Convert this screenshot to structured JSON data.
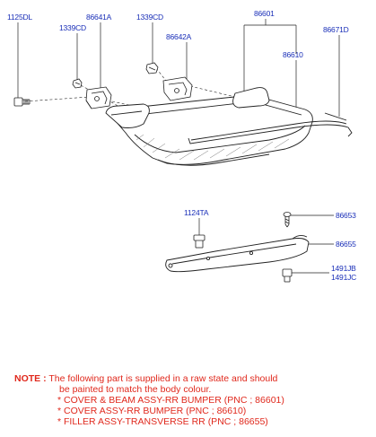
{
  "parts": {
    "p1125DL": "1125DL",
    "p1339CD_left": "1339CD",
    "p86641A": "86641A",
    "p1339CD_right": "1339CD",
    "p86642A": "86642A",
    "p86601": "86601",
    "p86610": "86610",
    "p86671D": "86671D",
    "p1124TA": "1124TA",
    "p86653": "86653",
    "p86655": "86655",
    "p1491JB": "1491JB",
    "p1491JC": "1491JC"
  },
  "note": {
    "label": "NOTE :",
    "line1": "The following part is supplied in a raw state and should",
    "line2": "be painted to match the body colour.",
    "items": [
      {
        "marker": "*",
        "text": "COVER & BEAM ASSY-RR BUMPER",
        "pnc": "(PNC ; 86601)"
      },
      {
        "marker": "*",
        "text": "COVER ASSY-RR BUMPER",
        "pnc": "(PNC ; 86610)"
      },
      {
        "marker": "*",
        "text": "FILLER ASSY-TRANSVERSE RR",
        "pnc": "(PNC ; 86655)"
      }
    ]
  },
  "colors": {
    "label": "#1a2fb8",
    "note": "#e0281c",
    "line": "#222222"
  }
}
